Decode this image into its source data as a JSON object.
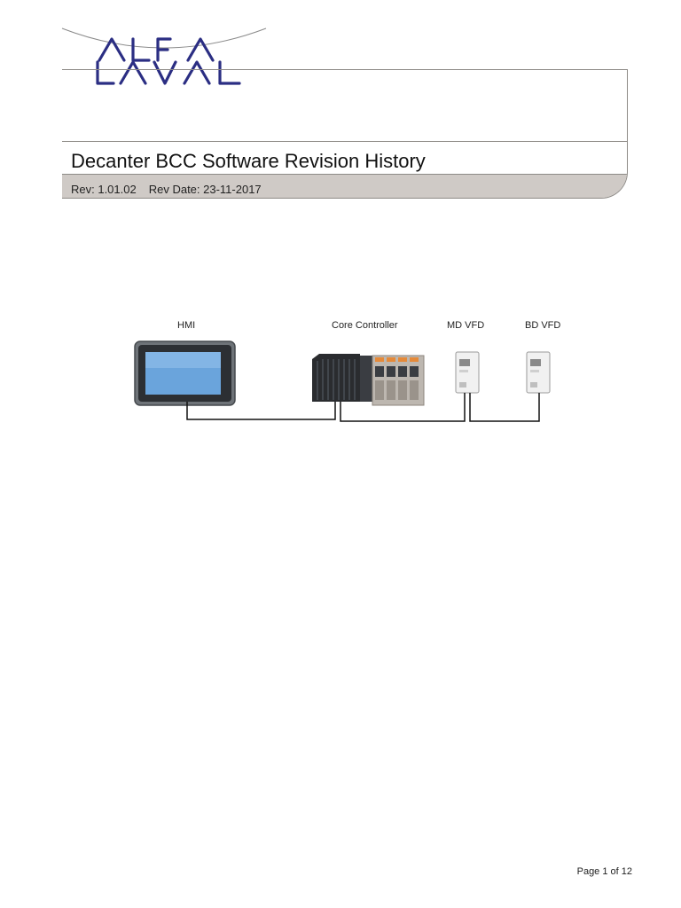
{
  "header": {
    "title": "Decanter BCC Software Revision History",
    "rev": "Rev: 1.01.02",
    "rev_date": "Rev Date: 23-11-2017",
    "logo_text": "ALFA LAVAL",
    "logo_color": "#2b2e83"
  },
  "diagram": {
    "labels": {
      "hmi": "HMI",
      "core_controller": "Core Controller",
      "md_vfd": "MD VFD",
      "bd_vfd": "BD VFD"
    }
  },
  "footer": {
    "page": "Page 1 of 12"
  }
}
